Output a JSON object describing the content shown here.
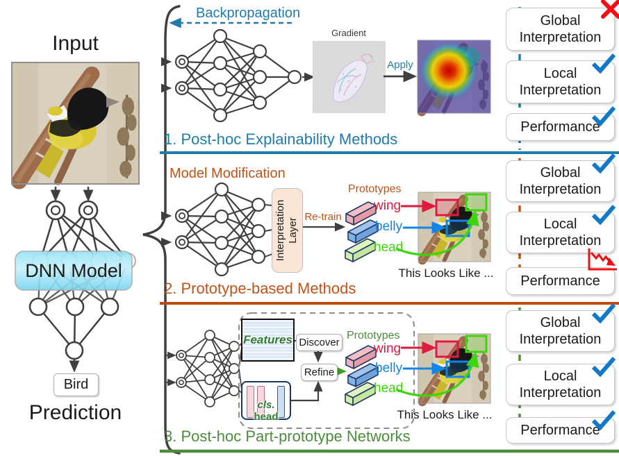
{
  "left_panel": {
    "input_label": "Input",
    "dnn_model_label": "DNN Model",
    "bird_label": "Bird",
    "prediction_label": "Prediction"
  },
  "row1": {
    "backprop_label": "Backpropagation",
    "gradient_label": "Gradient",
    "apply_label": "Apply",
    "title": "1. Post-hoc Explainability Methods"
  },
  "row2": {
    "model_modification_label": "Model Modification",
    "interpretation_layer_line1": "Interpretation",
    "interpretation_layer_line2": "Layer",
    "retrain_label": "Re-train",
    "prototypes_label": "Prototypes",
    "wing_label": "wing",
    "belly_label": "belly",
    "head_label": "head",
    "looks_like_label": "This Looks Like ...",
    "title": "2. Prototype-based Methods"
  },
  "row3": {
    "features_label": "Features",
    "discover_label": "Discover",
    "refine_label": "Refine",
    "cls_italic": "cls.",
    "cls_rest": " head",
    "prototypes_label": "Prototypes",
    "wing_label": "wing",
    "belly_label": "belly",
    "head_label": "head",
    "looks_like_label": "This Looks Like ...",
    "title": "3. Post-hoc Part-prototype Networks"
  },
  "badges": {
    "row1": [
      {
        "line1": "Global",
        "line2": "Interpretation",
        "status": "cross"
      },
      {
        "line1": "Local",
        "line2": "Interpretation",
        "status": "check"
      },
      {
        "line1": "Performance",
        "line2": "",
        "status": "check"
      }
    ],
    "row2": [
      {
        "line1": "Global",
        "line2": "Interpretation",
        "status": "check"
      },
      {
        "line1": "Local",
        "line2": "Interpretation",
        "status": "check"
      },
      {
        "line1": "Performance",
        "line2": "",
        "status": "decline"
      }
    ],
    "row3": [
      {
        "line1": "Global",
        "line2": "Interpretation",
        "status": "check"
      },
      {
        "line1": "Local",
        "line2": "Interpretation",
        "status": "check"
      },
      {
        "line1": "Performance",
        "line2": "",
        "status": "check"
      }
    ]
  },
  "colors": {
    "row1_accent": "#1F7CA8",
    "row2_accent": "#C0531A",
    "row3_accent": "#4C8C3C",
    "check_blue": "#1278C8",
    "cross_red": "#F80B12",
    "wing_red": "#DE1B3E",
    "belly_blue": "#1186E8",
    "head_green": "#3CD60A",
    "dnn_box_fill": "#8EDEF4",
    "interpretation_layer_fill": "#FBE5D6"
  }
}
